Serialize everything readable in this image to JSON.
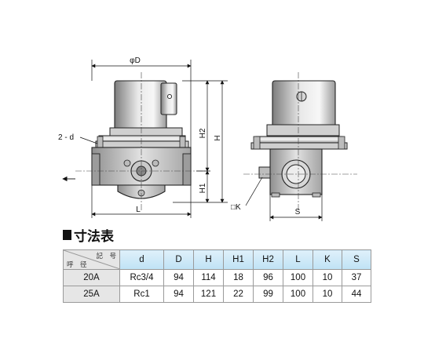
{
  "drawing": {
    "labels": {
      "phi_d": "φD",
      "two_d": "2 - d",
      "h2": "H2",
      "h": "H",
      "h1": "H1",
      "l": "L",
      "k": "□K",
      "s": "S"
    }
  },
  "section_title": "寸法表",
  "table": {
    "corner": {
      "top_right": "記　号",
      "bottom_left": "呼　径"
    },
    "headers": [
      "d",
      "D",
      "H",
      "H1",
      "H2",
      "L",
      "K",
      "S"
    ],
    "rows": [
      {
        "label": "20A",
        "cells": [
          "Rc3/4",
          "94",
          "114",
          "18",
          "96",
          "100",
          "10",
          "37"
        ]
      },
      {
        "label": "25A",
        "cells": [
          "Rc1",
          "94",
          "121",
          "22",
          "99",
          "100",
          "10",
          "44"
        ]
      }
    ]
  }
}
